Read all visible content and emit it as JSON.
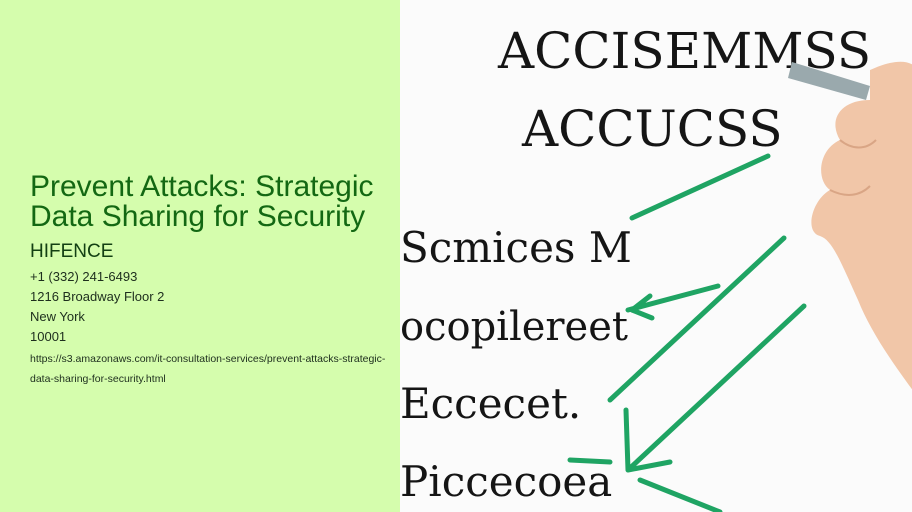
{
  "listing": {
    "title": "Prevent Attacks: Strategic Data Sharing for Security",
    "company": "HIFENCE",
    "phone": "+1 (332) 241-6493",
    "address": "1216 Broadway Floor 2",
    "city": "New York",
    "zip": "10001",
    "url": "https://s3.amazonaws.com/it-consultation-services/prevent-attacks-strategic-data-sharing-for-security.html"
  },
  "image": {
    "words": [
      "ACCISEMMSS",
      "ACCUCSS",
      "Scmices M",
      "ocopilereet",
      "Eccecet.",
      "Piccecoea"
    ],
    "accent": "#1fa463"
  }
}
